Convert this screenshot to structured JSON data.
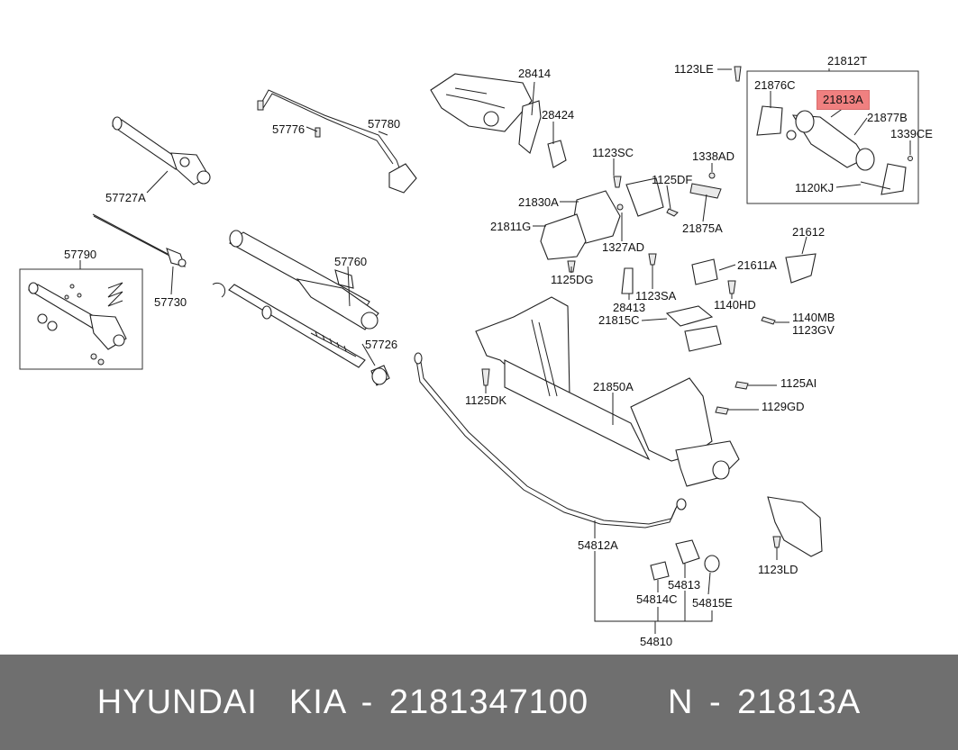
{
  "part_labels": {
    "l_28414": "28414",
    "l_28424": "28424",
    "l_57776": "57776",
    "l_57780": "57780",
    "l_57727A": "57727A",
    "l_1123LE": "1123LE",
    "l_21812T": "21812T",
    "l_21876C": "21876C",
    "l_21813A": "21813A",
    "l_21877B": "21877B",
    "l_1339CE": "1339CE",
    "l_1120KJ": "1120KJ",
    "l_1123SC": "1123SC",
    "l_1338AD": "1338AD",
    "l_1125DF": "1125DF",
    "l_21830A": "21830A",
    "l_21811G": "21811G",
    "l_1327AD": "1327AD",
    "l_21875A": "21875A",
    "l_57790": "57790",
    "l_57730": "57730",
    "l_57760": "57760",
    "l_21612": "21612",
    "l_21611A": "21611A",
    "l_1125DG": "1125DG",
    "l_28413": "28413",
    "l_1123SA": "1123SA",
    "l_1140HD": "1140HD",
    "l_21815C": "21815C",
    "l_1140MB": "1140MB",
    "l_1123GV": "1123GV",
    "l_57726": "57726",
    "l_1125DK": "1125DK",
    "l_21850A": "21850A",
    "l_1125AI": "1125AI",
    "l_1129GD": "1129GD",
    "l_54812A": "54812A",
    "l_54813": "54813",
    "l_54814C": "54814C",
    "l_54815E": "54815E",
    "l_1123LD": "1123LD",
    "l_54810": "54810"
  },
  "highlighted_part": "21813A",
  "highlight_color": "#f08080",
  "footer": {
    "text": "HYUNDAI  KIA - 2181347100     N - 21813A"
  }
}
